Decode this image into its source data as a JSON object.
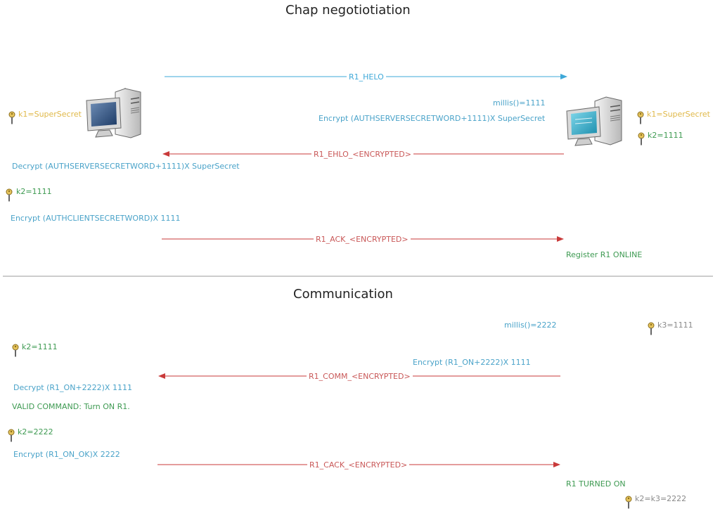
{
  "sections": {
    "chap_title": "Chap negotiotiation",
    "comm_title": "Communication"
  },
  "colors": {
    "blue_arrow": "#3ea8d8",
    "red_arrow": "#c93a3a",
    "label_blue": "#4aa3c9",
    "label_green": "#3e9a52",
    "key_label": "#e0b94a"
  },
  "chap": {
    "msg_helo": "R1_HELO",
    "msg_ehlo": "R1_EHLO_<ENCRYPTED>",
    "msg_ack": "R1_ACK_<ENCRYPTED>",
    "client_k1": "k1=SuperSecret",
    "server_k1": "k1=SuperSecret",
    "server_k2": "k2=1111",
    "server_millis": "millis()=1111",
    "server_encrypt": "Encrypt (AUTHSERVERSECRETWORD+1111)X SuperSecret",
    "client_decrypt": "Decrypt (AUTHSERVERSECRETWORD+1111)X SuperSecret",
    "client_k2": "k2=1111",
    "client_encrypt": "Encrypt (AUTHCLIENTSECRETWORD)X 1111",
    "server_register": "Register R1 ONLINE"
  },
  "comm": {
    "server_millis": "millis()=2222",
    "server_k3": "k3=1111",
    "client_k2": "k2=1111",
    "server_encrypt": "Encrypt (R1_ON+2222)X 1111",
    "msg_comm": "R1_COMM_<ENCRYPTED>",
    "client_decrypt": "Decrypt (R1_ON+2222)X 1111",
    "client_valid": "VALID COMMAND: Turn ON R1.",
    "client_k2_new": "k2=2222",
    "client_encrypt": "Encrypt (R1_ON_OK)X 2222",
    "msg_cack": "R1_CACK_<ENCRYPTED>",
    "server_turned_on": "R1 TURNED ON",
    "server_k2_k3": "k2=k3=2222"
  }
}
